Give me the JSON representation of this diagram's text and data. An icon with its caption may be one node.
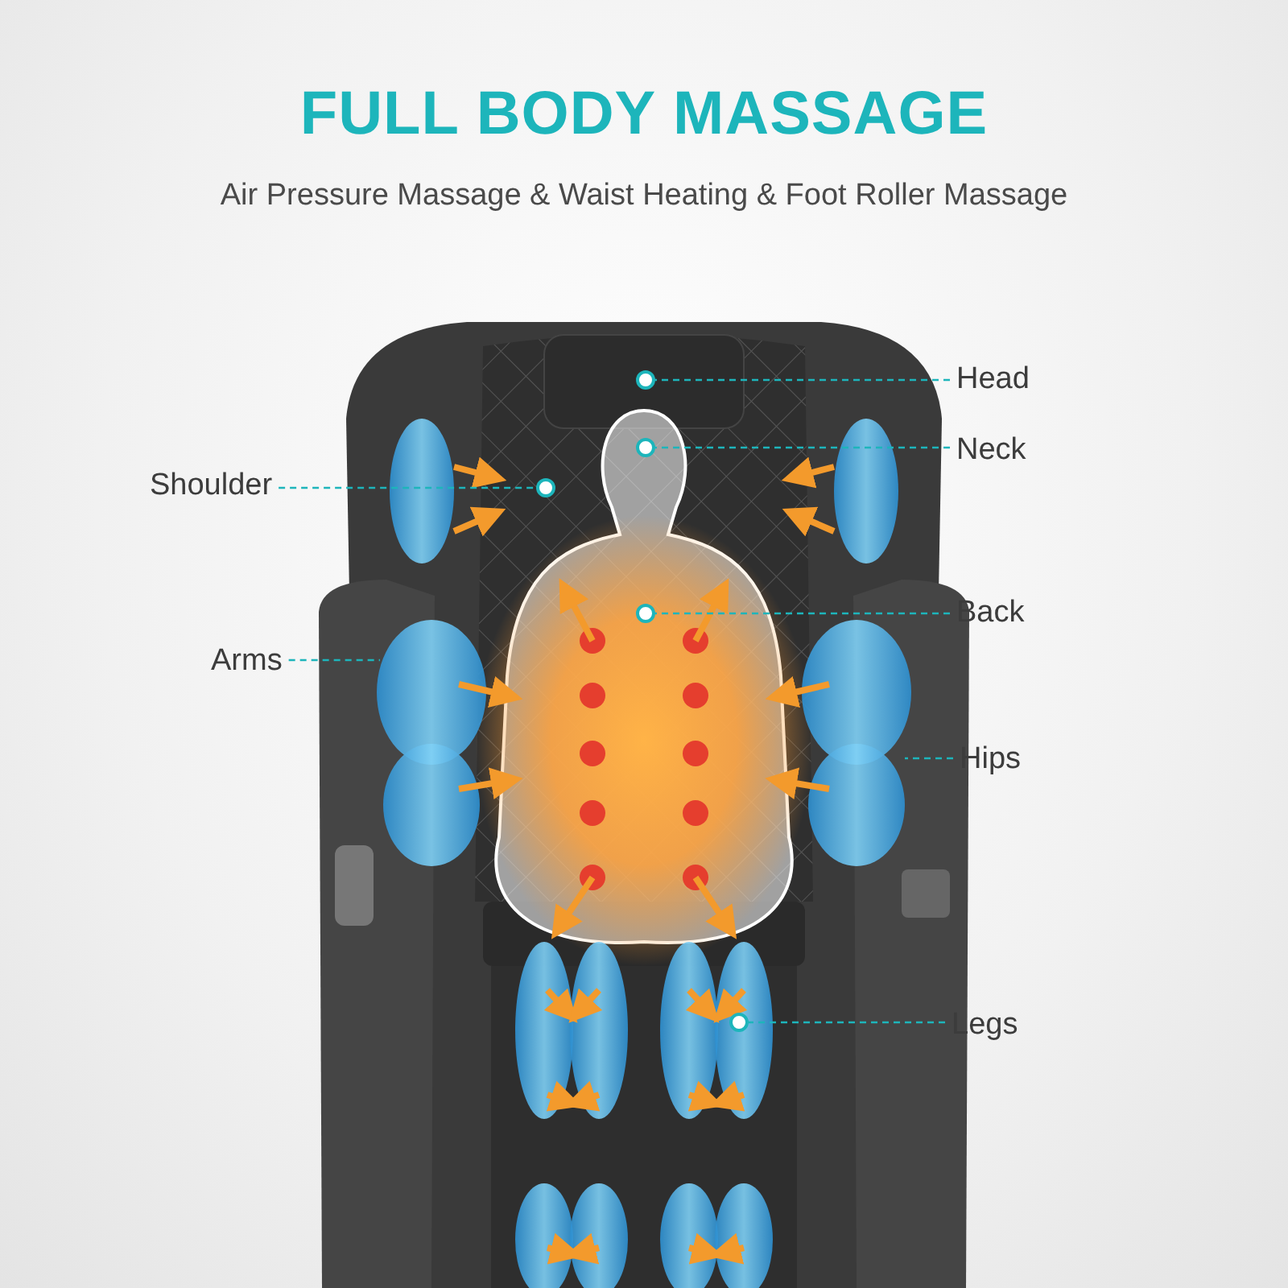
{
  "diagram": {
    "title": "FULL BODY MASSAGE",
    "nodes": [
      {
        "text": [
          "Head"
        ]
      },
      {
        "text": [],
        "shape": "circle"
      },
      {
        "text": [
          "Neck"
        ]
      },
      {
        "text": [],
        "shape": "circle"
      },
      {
        "text": [
          "Shoulder"
        ]
      },
      {
        "text": [],
        "shape": "circle"
      },
      {
        "text": [
          "Back"
        ]
      },
      {
        "text": [],
        "shape": "circle"
      },
      {
        "text": [
          "Arms"
        ]
      },
      {
        "text": [
          "Hips"
        ]
      },
      {
        "text": [
          "Legs"
        ]
      },
      {
        "text": [],
        "shape": "circle"
      }
    ],
    "edges": [
      {
        "from": 0,
        "to": 1,
        "arrow": "none",
        "style": "dashed"
      },
      {
        "from": 2,
        "to": 3,
        "arrow": "none",
        "style": "dashed"
      },
      {
        "from": 4,
        "to": 5,
        "arrow": "none",
        "style": "dashed"
      },
      {
        "from": 6,
        "to": 7,
        "arrow": "none",
        "style": "dashed"
      },
      {
        "from": 8,
        "to": null,
        "arrow": "none",
        "style": "dashed"
      },
      {
        "from": 9,
        "to": null,
        "arrow": "none",
        "style": "dashed"
      },
      {
        "from": 10,
        "to": 11,
        "arrow": "none",
        "style": "dashed"
      }
    ],
    "labels": [
      "Air Pressure Massage & Waist Heating & Foot Roller Massage"
    ]
  }
}
